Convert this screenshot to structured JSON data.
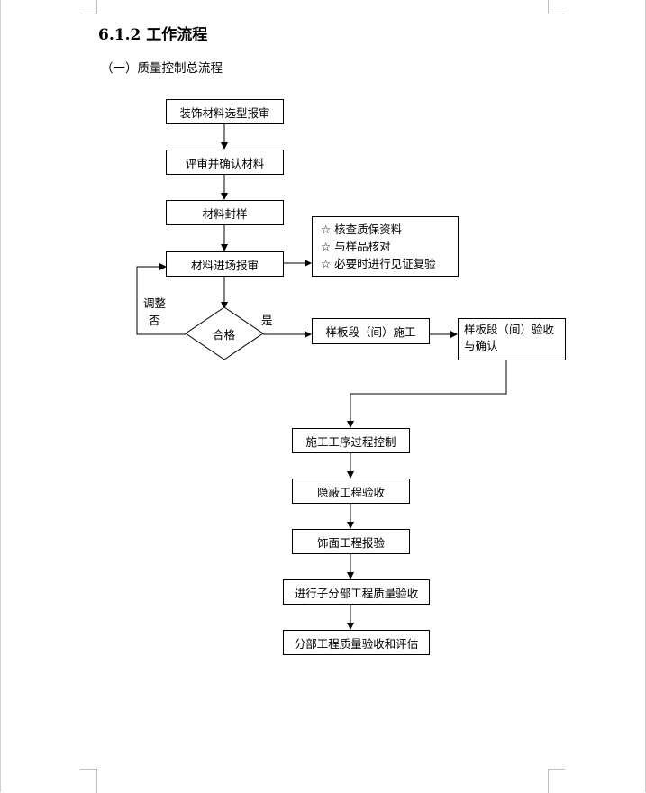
{
  "section": {
    "heading": "6.1.2 工作流程",
    "subheading": "（一）质量控制总流程"
  },
  "flowchart": {
    "material_selection": "装饰材料选型报审",
    "review_confirm": "评审并确认材料",
    "material_seal": "材料封样",
    "material_entry": "材料进场报审",
    "checks": [
      "☆  核查质保资料",
      "☆  与样品核对",
      "☆  必要时进行见证复验"
    ],
    "decision": "合格",
    "yes_label": "是",
    "adjust_label": "调整",
    "no_label": "否",
    "sample_construction": "样板段（间）施工",
    "sample_acceptance_line1": "样板段（间）验收",
    "sample_acceptance_line2": "与确认",
    "process_control": "施工工序过程控制",
    "hidden_acceptance": "隐蔽工程验收",
    "finish_inspection": "饰面工程报验",
    "sub_division_acceptance": "进行子分部工程质量验收",
    "division_acceptance": "分部工程质量验收和评估"
  }
}
